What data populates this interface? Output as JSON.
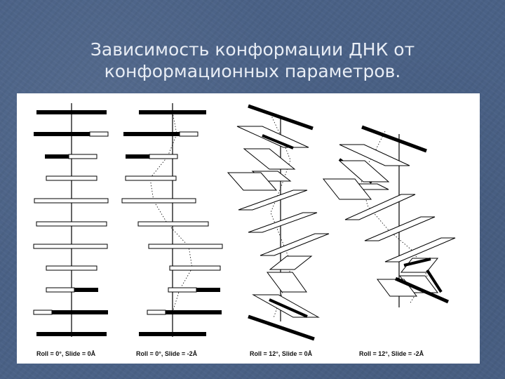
{
  "title": {
    "line1": "Зависимость конформации ДНК от",
    "line2": "конформационных параметров."
  },
  "panels": [
    {
      "caption": "Roll = 0°, Slide = 0Å"
    },
    {
      "caption": "Roll = 0°, Slide = -2Å"
    },
    {
      "caption": "Roll = 12°, Slide = 0Å"
    },
    {
      "caption": "Roll = 12°, Slide = -2Å"
    }
  ],
  "colors": {
    "background": "#4a6186",
    "title_text": "#e8edf5",
    "figure_background": "#ffffff",
    "ink": "#000000"
  }
}
